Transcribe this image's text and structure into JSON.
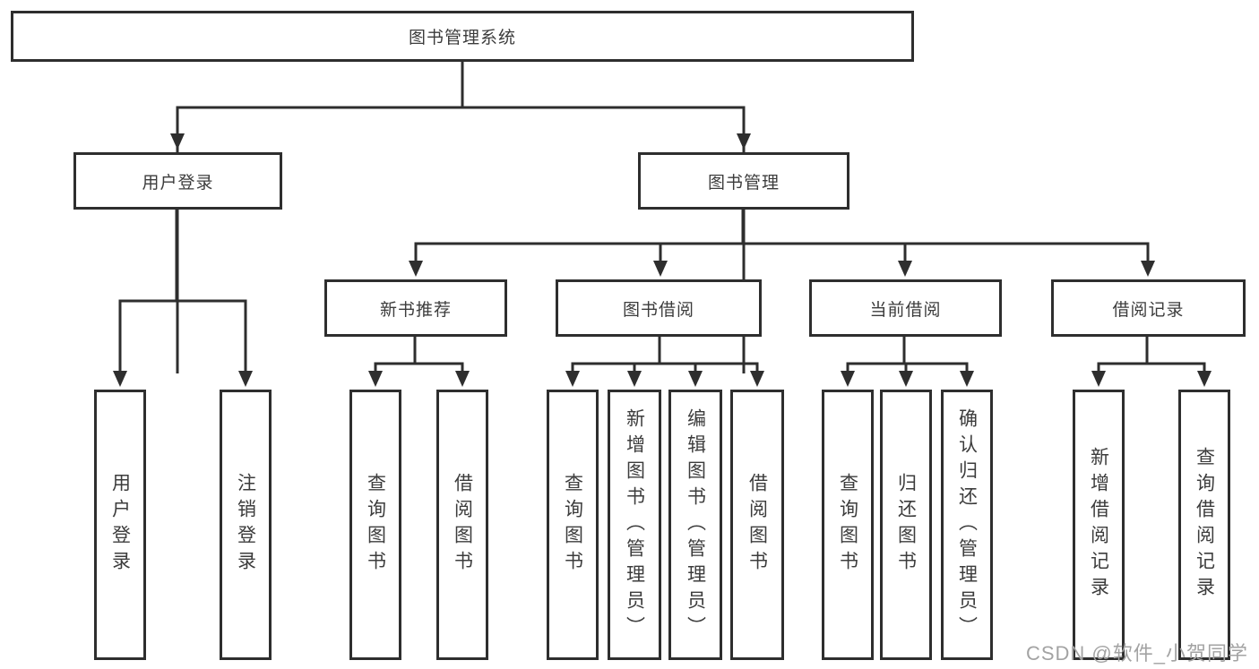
{
  "watermark": "CSDN @软件_小贺同学",
  "colors": {
    "line": "#2e2e2e",
    "box_border": "#2e2e2e",
    "text": "#3c3c3c",
    "watermark": "#a3a3a3",
    "background": "#ffffff"
  },
  "diagram": {
    "root": {
      "label": "图书管理系统"
    },
    "level2": [
      {
        "label": "用户登录",
        "parent": "图书管理系统"
      },
      {
        "label": "图书管理",
        "parent": "图书管理系统"
      }
    ],
    "level3": [
      {
        "label": "新书推荐",
        "parent": "图书管理"
      },
      {
        "label": "图书借阅",
        "parent": "图书管理"
      },
      {
        "label": "当前借阅",
        "parent": "图书管理"
      },
      {
        "label": "借阅记录",
        "parent": "图书管理"
      }
    ],
    "leaves": [
      {
        "label": "用户登录",
        "parent": "用户登录"
      },
      {
        "label": "注销登录",
        "parent": "用户登录"
      },
      {
        "label": "查询图书",
        "parent": "新书推荐"
      },
      {
        "label": "借阅图书",
        "parent": "新书推荐"
      },
      {
        "label": "查询图书",
        "parent": "图书借阅"
      },
      {
        "label": "新增图书（管理员）",
        "parent": "图书借阅"
      },
      {
        "label": "编辑图书（管理员）",
        "parent": "图书借阅"
      },
      {
        "label": "借阅图书",
        "parent": "图书借阅"
      },
      {
        "label": "查询图书",
        "parent": "当前借阅"
      },
      {
        "label": "归还图书",
        "parent": "当前借阅"
      },
      {
        "label": "确认归还（管理员）",
        "parent": "当前借阅"
      },
      {
        "label": "新增借阅记录",
        "parent": "借阅记录"
      },
      {
        "label": "查询借阅记录",
        "parent": "借阅记录"
      }
    ]
  }
}
